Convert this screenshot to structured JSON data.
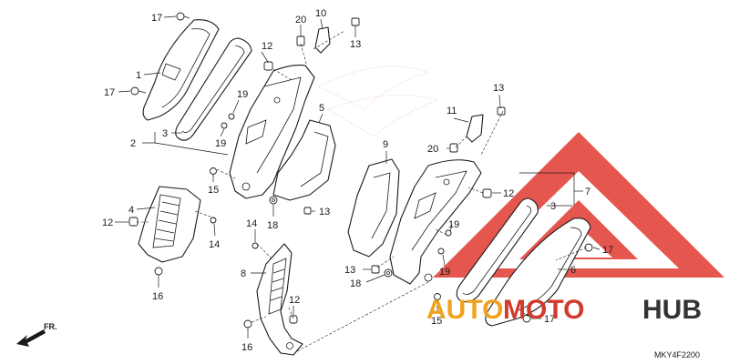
{
  "watermark": {
    "part1": "AUTO",
    "part2": "MOTO",
    "part3": "HUB"
  },
  "callouts": [
    {
      "id": "c17a",
      "text": "17"
    },
    {
      "id": "c1",
      "text": "1"
    },
    {
      "id": "c17b",
      "text": "17"
    },
    {
      "id": "c2",
      "text": "2"
    },
    {
      "id": "c3a",
      "text": "3"
    },
    {
      "id": "c12a",
      "text": "12"
    },
    {
      "id": "c20a",
      "text": "20"
    },
    {
      "id": "c10",
      "text": "10"
    },
    {
      "id": "c13a",
      "text": "13"
    },
    {
      "id": "c19a",
      "text": "19"
    },
    {
      "id": "c19b",
      "text": "19"
    },
    {
      "id": "c5",
      "text": "5"
    },
    {
      "id": "c15a",
      "text": "15"
    },
    {
      "id": "c4",
      "text": "4"
    },
    {
      "id": "c12b",
      "text": "12"
    },
    {
      "id": "c14a",
      "text": "14"
    },
    {
      "id": "c16a",
      "text": "16"
    },
    {
      "id": "c18a",
      "text": "18"
    },
    {
      "id": "c13b",
      "text": "13"
    },
    {
      "id": "c14b",
      "text": "14"
    },
    {
      "id": "c8",
      "text": "8"
    },
    {
      "id": "c12c",
      "text": "12"
    },
    {
      "id": "c16b",
      "text": "16"
    },
    {
      "id": "c9",
      "text": "9"
    },
    {
      "id": "c11",
      "text": "11"
    },
    {
      "id": "c13c",
      "text": "13"
    },
    {
      "id": "c20b",
      "text": "20"
    },
    {
      "id": "c12d",
      "text": "12"
    },
    {
      "id": "c7",
      "text": "7"
    },
    {
      "id": "c3b",
      "text": "3"
    },
    {
      "id": "c19c",
      "text": "19"
    },
    {
      "id": "c19d",
      "text": "19"
    },
    {
      "id": "c13d",
      "text": "13"
    },
    {
      "id": "c18b",
      "text": "18"
    },
    {
      "id": "c17c",
      "text": "17"
    },
    {
      "id": "c6",
      "text": "6"
    },
    {
      "id": "c15b",
      "text": "15"
    },
    {
      "id": "c17d",
      "text": "17"
    }
  ],
  "direction": {
    "label": "FR.",
    "icon": "arrow-down-left-icon"
  },
  "diagram_code": "MKY4F2200"
}
